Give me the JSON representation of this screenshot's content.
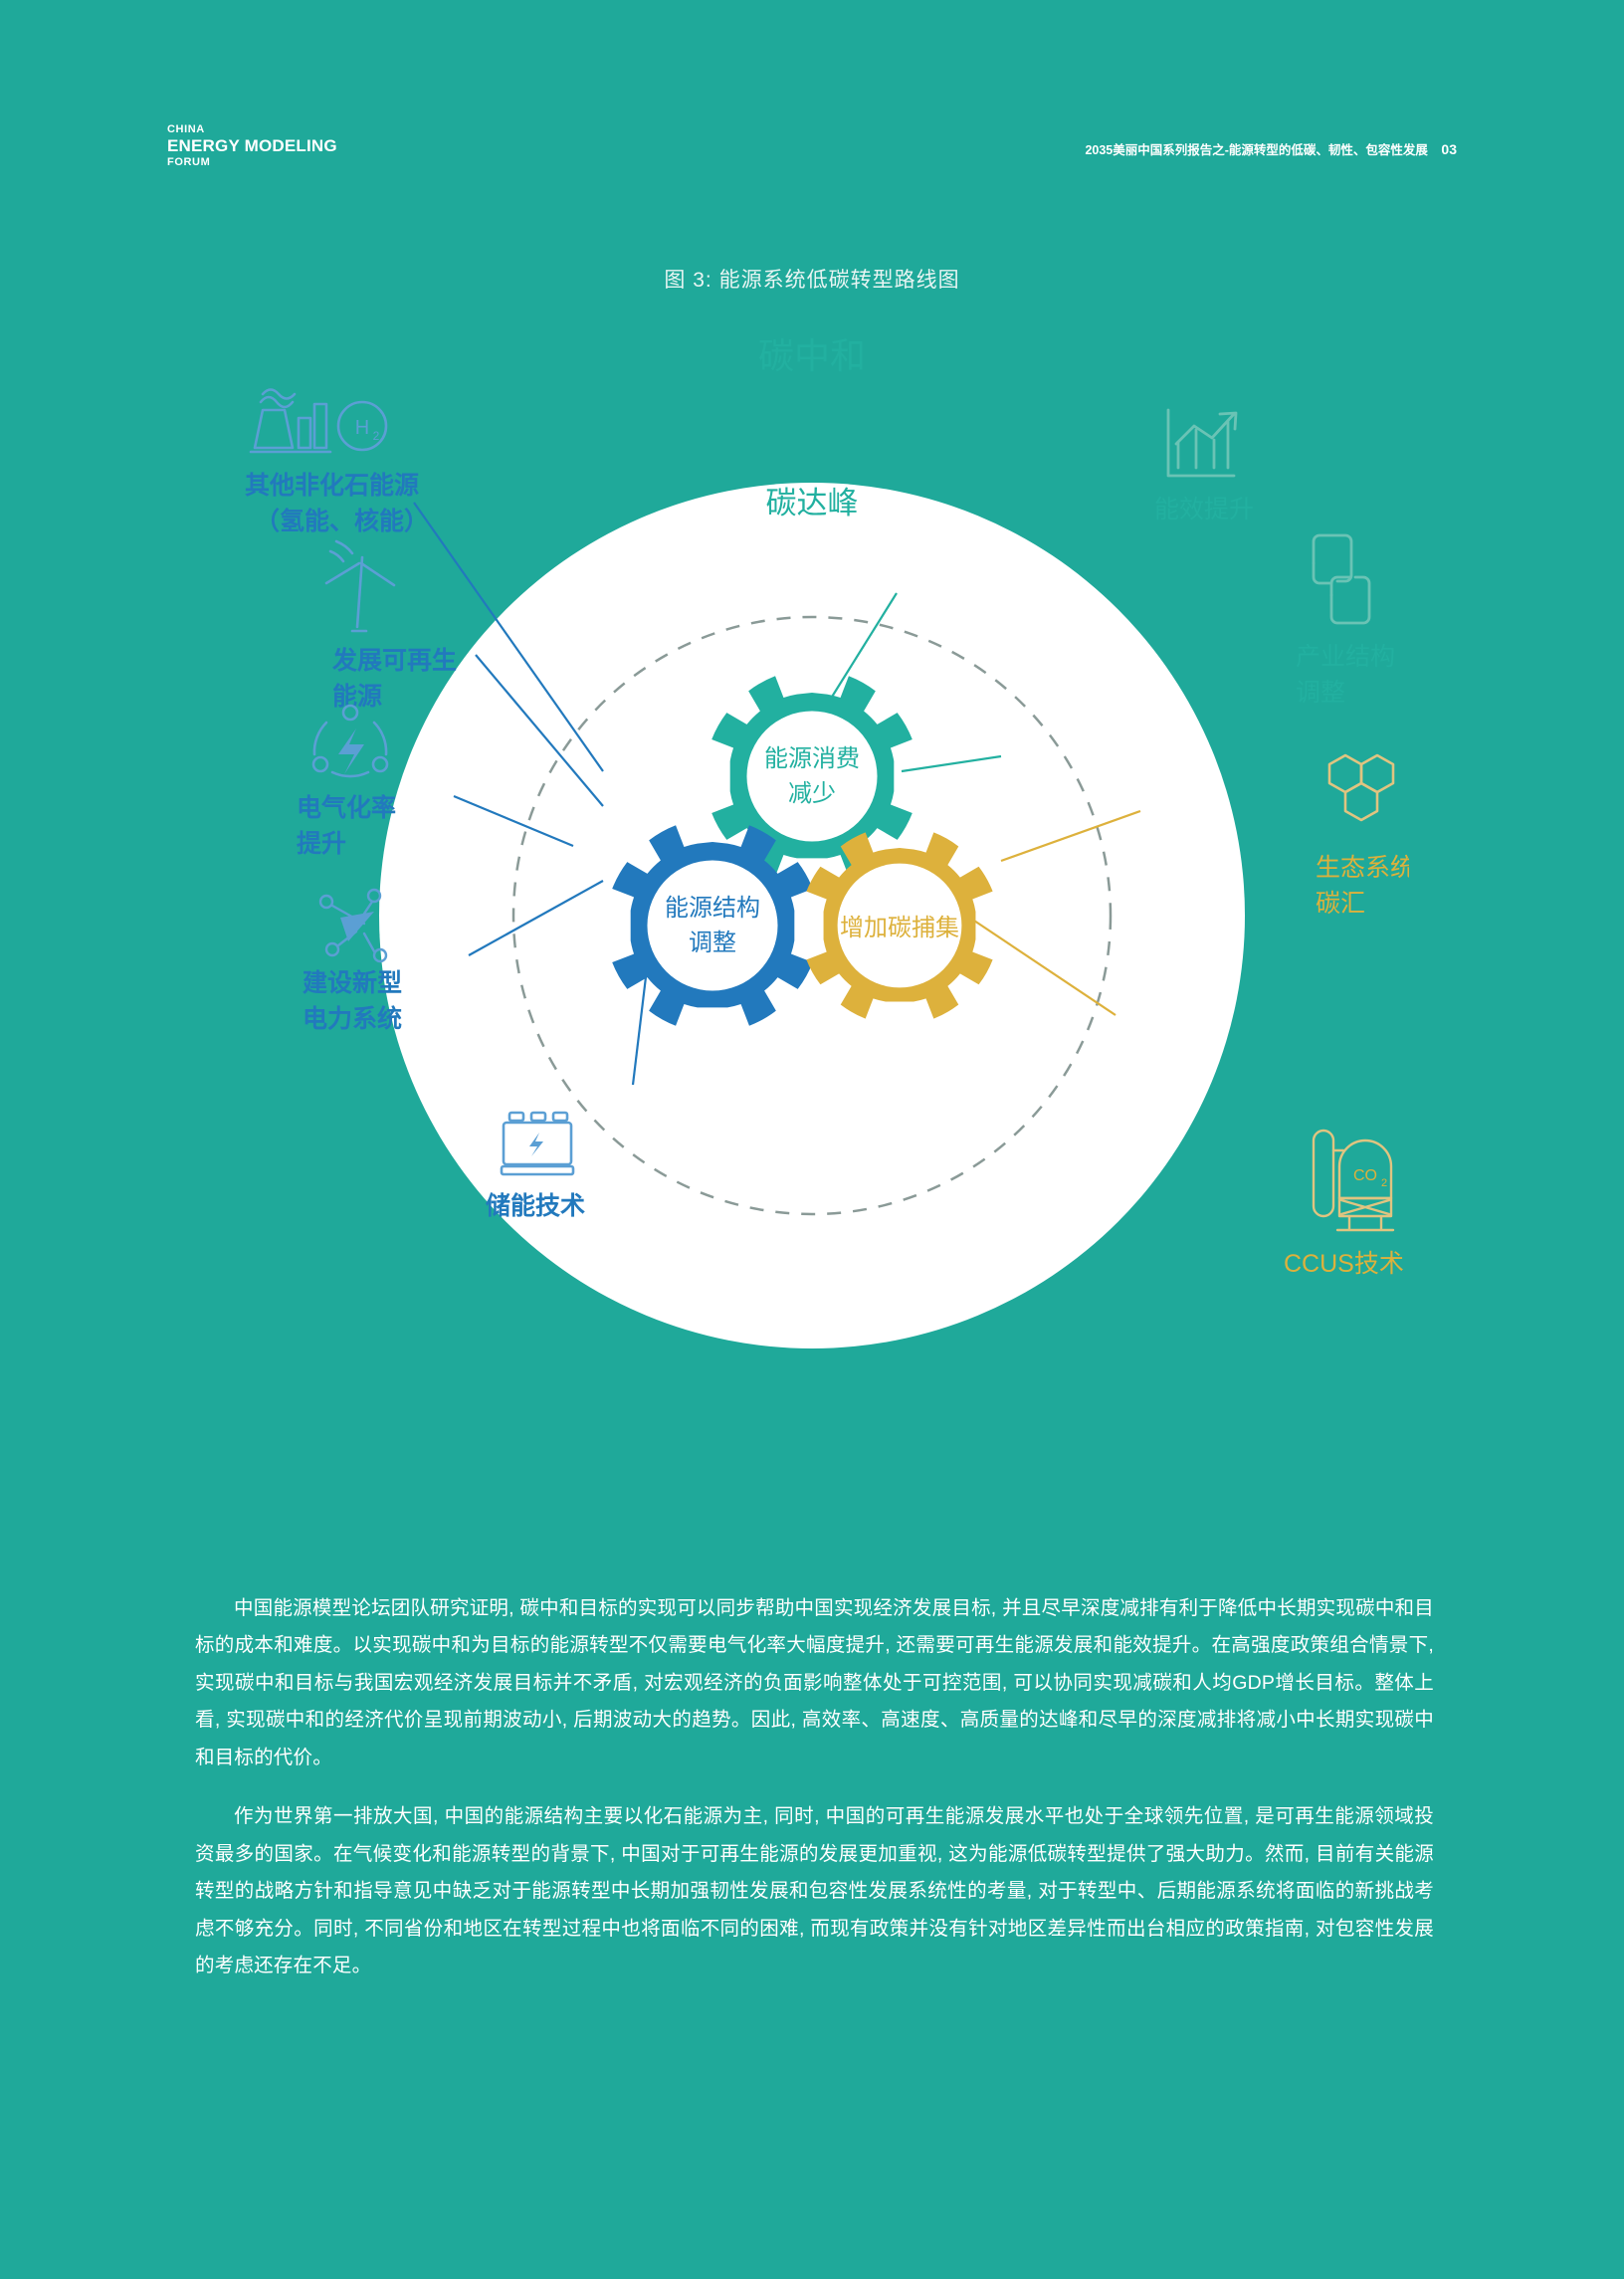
{
  "header": {
    "logo_line1": "CHINA",
    "logo_line2": "ENERGY MODELING",
    "logo_line3": "FORUM",
    "report_title": "2035美丽中国系列报告之-能源转型的低碳、韧性、包容性发展",
    "page_number": "03"
  },
  "figure": {
    "title": "图 3:  能源系统低碳转型路线图",
    "outer_ring_label": "碳中和",
    "inner_ring_label": "碳达峰",
    "gears": [
      {
        "id": "consumption",
        "label_line1": "能源消费",
        "label_line2": "减少",
        "color": "#22b0a0"
      },
      {
        "id": "structure",
        "label_line1": "能源结构",
        "label_line2": "调整",
        "color": "#2279bd"
      },
      {
        "id": "capture",
        "label_line1": "增加碳捕集",
        "label_line2": "",
        "color": "#ddb13c"
      }
    ],
    "callouts": [
      {
        "id": "other-nonfossil",
        "icon": "power-plant-hydrogen-icon",
        "line1": "其他非化石能源",
        "line2": "（氢能、核能）",
        "color": "#2279bd"
      },
      {
        "id": "renewables",
        "icon": "wind-turbine-icon",
        "line1": "发展可再生",
        "line2": "能源",
        "color": "#2279bd"
      },
      {
        "id": "electrification",
        "icon": "electrification-icon",
        "line1": "电气化率",
        "line2": "提升",
        "color": "#2279bd"
      },
      {
        "id": "power-system",
        "icon": "power-grid-icon",
        "line1": "建设新型",
        "line2": "电力系统",
        "color": "#2279bd"
      },
      {
        "id": "storage",
        "icon": "battery-icon",
        "line1": "储能技术",
        "line2": "",
        "color": "#2279bd"
      },
      {
        "id": "efficiency",
        "icon": "growth-chart-icon",
        "line1": "能效提升",
        "line2": "",
        "color": "#22b0a0"
      },
      {
        "id": "industry",
        "icon": "layers-icon",
        "line1": "产业结构",
        "line2": "调整",
        "color": "#22b0a0"
      },
      {
        "id": "carbon-sink",
        "icon": "honeycomb-icon",
        "line1": "生态系统",
        "line2": "碳汇",
        "color": "#ddb13c"
      },
      {
        "id": "ccus",
        "icon": "co2-plant-icon",
        "line1": "CCUS技术",
        "line2": "",
        "color": "#ddb13c"
      }
    ]
  },
  "body": {
    "paragraph1": "中国能源模型论坛团队研究证明, 碳中和目标的实现可以同步帮助中国实现经济发展目标, 并且尽早深度减排有利于降低中长期实现碳中和目标的成本和难度。以实现碳中和为目标的能源转型不仅需要电气化率大幅度提升, 还需要可再生能源发展和能效提升。在高强度政策组合情景下, 实现碳中和目标与我国宏观经济发展目标并不矛盾, 对宏观经济的负面影响整体处于可控范围, 可以协同实现减碳和人均GDP增长目标。整体上看, 实现碳中和的经济代价呈现前期波动小, 后期波动大的趋势。因此, 高效率、高速度、高质量的达峰和尽早的深度减排将减小中长期实现碳中和目标的代价。",
    "paragraph2": "作为世界第一排放大国, 中国的能源结构主要以化石能源为主, 同时, 中国的可再生能源发展水平也处于全球领先位置, 是可再生能源领域投资最多的国家。在气候变化和能源转型的背景下, 中国对于可再生能源的发展更加重视, 这为能源低碳转型提供了强大助力。然而, 目前有关能源转型的战略方针和指导意见中缺乏对于能源转型中长期加强韧性发展和包容性发展系统性的考量, 对于转型中、后期能源系统将面临的新挑战考虑不够充分。同时, 不同省份和地区在转型过程中也将面临不同的困难, 而现有政策并没有针对地区差异性而出台相应的政策指南, 对包容性发展的考虑还存在不足。"
  },
  "colors": {
    "background": "#1fa99a",
    "teal": "#22b0a0",
    "blue": "#2279bd",
    "yellow": "#ddb13c",
    "white": "#ffffff",
    "dashed_gray": "#8a9a97"
  }
}
